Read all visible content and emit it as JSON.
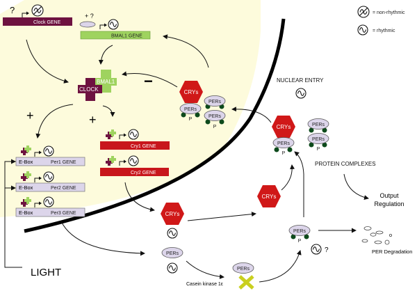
{
  "colors": {
    "nucleus": "#fdfbdc",
    "clock": "#6e1240",
    "bmal1": "#9fd35f",
    "cry_gene": "#c8161c",
    "per_gene": "#dcd5ea",
    "cry_protein": "#d01818",
    "phospho": "#0d4a1c",
    "casein_x": "#c9cf1f"
  },
  "legend": {
    "non_rhythmic": "= non-rhythmic",
    "rhythmic": "= rhythmic",
    "non_rhythmic_icon": "non-rhythmic-circle-icon",
    "rhythmic_icon": "sine-wave-circle-icon"
  },
  "genes": {
    "clock": "Clock  GENE",
    "bmal1": "BMAL1  GENE",
    "cry1": "Cry1  GENE",
    "cry2": "Cry2  GENE",
    "ebox": "E-Box",
    "per1": "Per1  GENE",
    "per2": "Per2  GENE",
    "per3": "Per3  GENE"
  },
  "marks": {
    "question": "?",
    "plus": "+",
    "minus": "−",
    "plus_q": "+  ?",
    "p": "P"
  },
  "proteins": {
    "clock": "CLOCK",
    "bmal1": "BMAL1",
    "crys": "CRYs",
    "pers": "PERs"
  },
  "labels": {
    "nuclear_entry": "NUCLEAR ENTRY",
    "protein_complexes": "PROTEIN  COMPLEXES",
    "output1": "Output",
    "output2": "Regulation",
    "per_degradation": "PER Degradation",
    "casein": "Casein kinase 1ε",
    "light": "LIGHT"
  }
}
